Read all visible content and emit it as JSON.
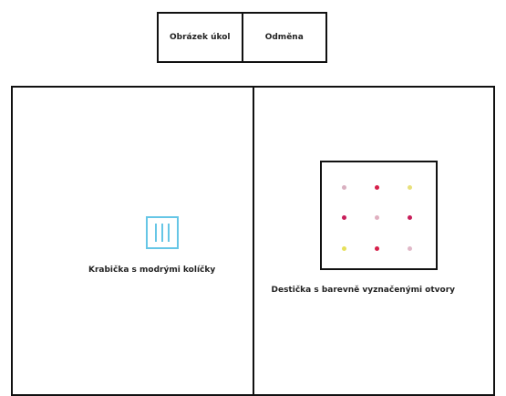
{
  "header": {
    "cell_1": "Obrázek úkol",
    "cell_2": "Odměna"
  },
  "left_panel": {
    "icon": "box-with-pegs-icon",
    "caption": "Krabička s modrými kolíčky",
    "icon_color": "#66c6e6"
  },
  "right_panel": {
    "caption": "Destička s barevně vyznačenými otvory",
    "hole_colors": [
      [
        "#d9b0c0",
        "#d6204a",
        "#e8e07a"
      ],
      [
        "#c81e5a",
        "#e0b0c0",
        "#c81e5a"
      ],
      [
        "#e6e05a",
        "#d6204a",
        "#e0b8c8"
      ]
    ]
  }
}
